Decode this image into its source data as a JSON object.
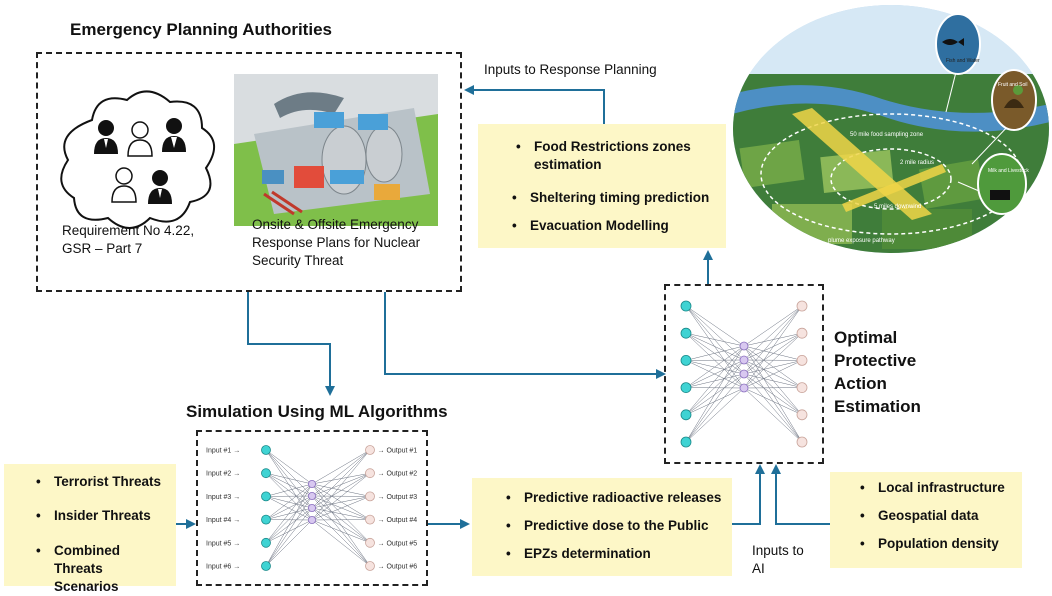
{
  "authorities": {
    "title": "Emergency Planning Authorities",
    "requirement": "Requirement No 4.22, GSR – Part 7",
    "plans": "Onsite & Offsite Emergency Response Plans for Nuclear Security Threat"
  },
  "response_label": "Inputs to Response Planning",
  "planning_outputs": [
    "Food Restrictions zones estimation",
    "Sheltering timing prediction",
    "Evacuation Modelling"
  ],
  "optimal_title": "Optimal Protective Action Estimation",
  "simulation_title": "Simulation Using ML Algorithms",
  "threats": [
    "Terrorist Threats",
    "Insider Threats",
    "Combined Threats Scenarios"
  ],
  "predictions": [
    "Predictive radioactive releases",
    "Predictive dose to the Public",
    "EPZs determination"
  ],
  "ai_label": "Inputs to AI",
  "data_inputs": [
    "Local infrastructure",
    "Geospatial data",
    "Population density"
  ],
  "nn_inputs": [
    "Input #1",
    "Input #2",
    "Input #3",
    "Input #4",
    "Input #5",
    "Input #6"
  ],
  "nn_outputs": [
    "Output #1",
    "Output #2",
    "Output #3",
    "Output #4",
    "Output #5",
    "Output #6"
  ],
  "map_labels": [
    "50 mile food sampling zone",
    "2 mile radius",
    "5 miles downwind",
    "plume exposure pathway"
  ],
  "map_bubbles": [
    "Fish and Water",
    "Fruit and Soil",
    "Milk and Livestock"
  ],
  "colors": {
    "arrow": "#1f6f99",
    "yellow_box": "#fdf7c7",
    "input_node": "#3fd3d3",
    "output_node": "#f6e3df",
    "hidden_node": "#d8c8f0"
  }
}
